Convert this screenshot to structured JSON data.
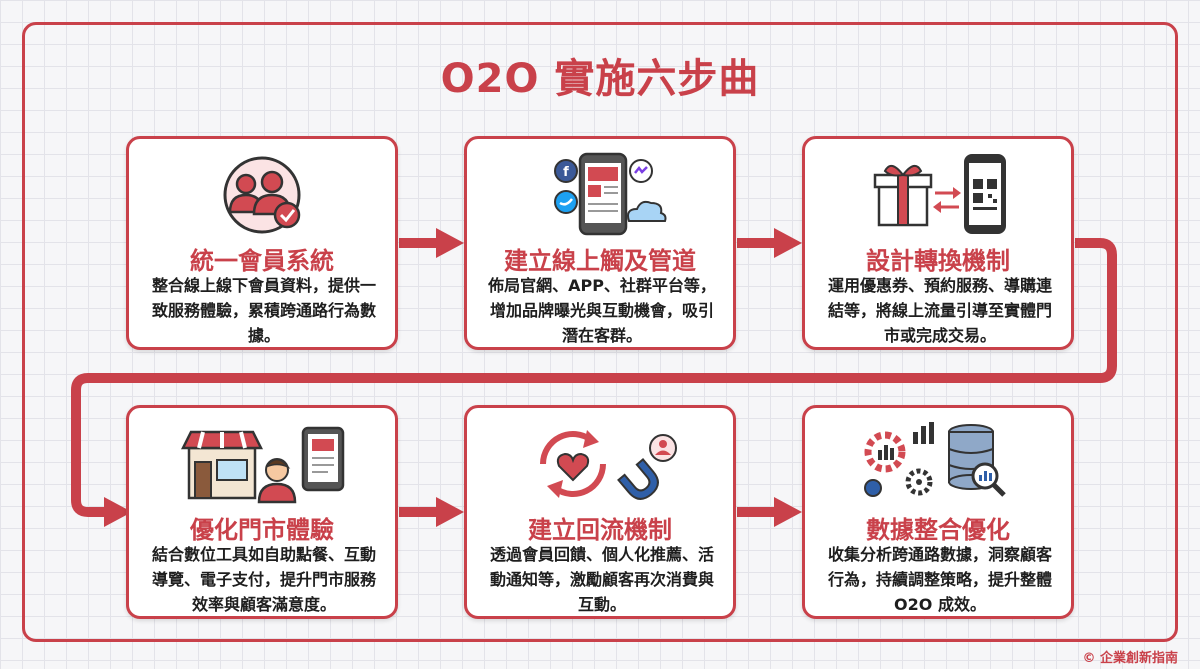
{
  "title": "O2O 實施六步曲",
  "steps": [
    {
      "title": "統一會員系統",
      "desc": "整合線上線下會員資料，提供一致服務體驗，累積跨通路行為數據。",
      "icon": "user-group-check-icon"
    },
    {
      "title": "建立線上觸及管道",
      "desc": "佈局官網、APP、社群平台等，增加品牌曝光與互動機會，吸引潛在客群。",
      "icon": "phone-social-icon"
    },
    {
      "title": "設計轉換機制",
      "desc": "運用優惠券、預約服務、導購連結等，將線上流量引導至實體門市或完成交易。",
      "icon": "gift-exchange-qr-icon"
    },
    {
      "title": "優化門市體驗",
      "desc": "結合數位工具如自助點餐、互動導覽、電子支付，提升門市服務效率與顧客滿意度。",
      "icon": "storefront-kiosk-icon"
    },
    {
      "title": "建立回流機制",
      "desc": "透過會員回饋、個人化推薦、活動通知等，激勵顧客再次消費與互動。",
      "icon": "heart-cycle-magnet-icon"
    },
    {
      "title": "數據整合優化",
      "desc": "收集分析跨通路數據，洞察顧客行為，持續調整策略，提升整體 O2O 成效。",
      "icon": "data-analytics-icon"
    }
  ],
  "credit": "© 企業創新指南",
  "colors": {
    "accent": "#c9414a",
    "text": "#1e1e1e",
    "background": "#f6f6f8"
  }
}
